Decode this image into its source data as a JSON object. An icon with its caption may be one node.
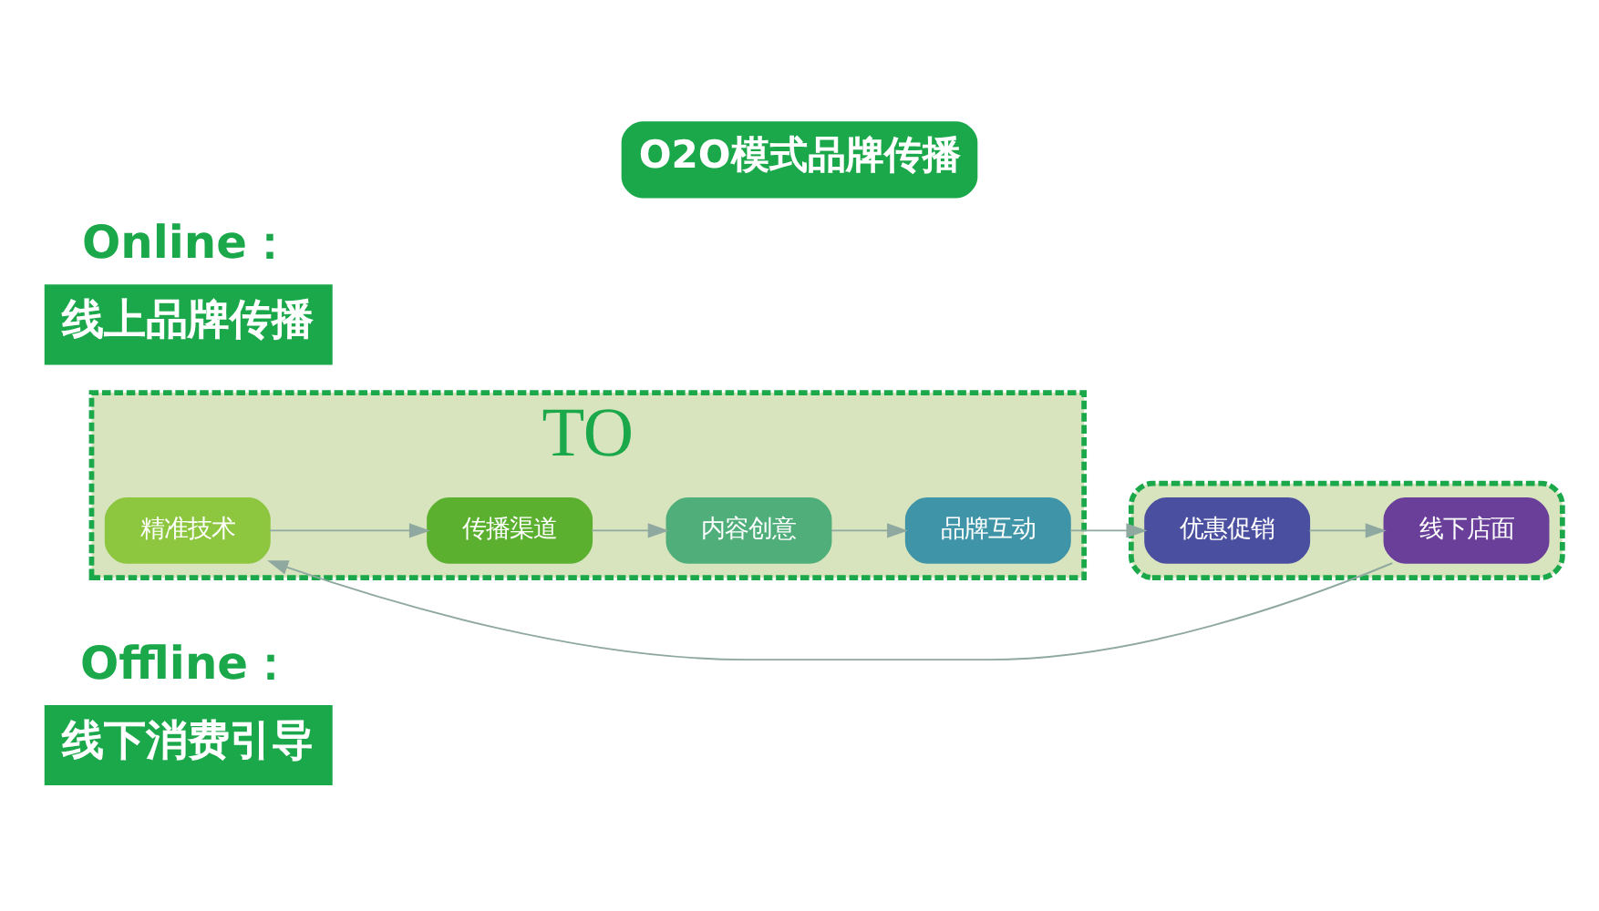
{
  "diagram": {
    "title": "O2O模式品牌传播",
    "nodes": [
      {
        "text": [
          "Offline：",
          "线下消费引导"
        ]
      },
      {
        "text": [],
        "shape": "ellipse"
      },
      {
        "text": [
          "线下店面"
        ],
        "in": 1
      },
      {
        "text": [
          "优惠促销"
        ],
        "in": 1
      },
      {
        "text": [
          "TO"
        ]
      },
      {
        "text": [
          "精准技术"
        ],
        "in": 4
      },
      {
        "text": [
          "传播渠道"
        ],
        "in": 4
      },
      {
        "text": [
          "内容创意"
        ],
        "in": 4
      },
      {
        "text": [
          "品牌互动"
        ],
        "in": 4
      },
      {
        "text": [
          "Online：",
          "线上品牌传播"
        ]
      }
    ],
    "edges": [
      {
        "from": 5,
        "to": 6,
        "arrow": "to"
      },
      {
        "from": 6,
        "to": 7,
        "arrow": "to"
      },
      {
        "from": 7,
        "to": 8,
        "arrow": "to"
      },
      {
        "from": 8,
        "to": 3,
        "arrow": "to"
      },
      {
        "from": 3,
        "to": 2,
        "arrow": "to"
      },
      {
        "from": 2,
        "to": 5,
        "arrow": "to"
      }
    ]
  }
}
